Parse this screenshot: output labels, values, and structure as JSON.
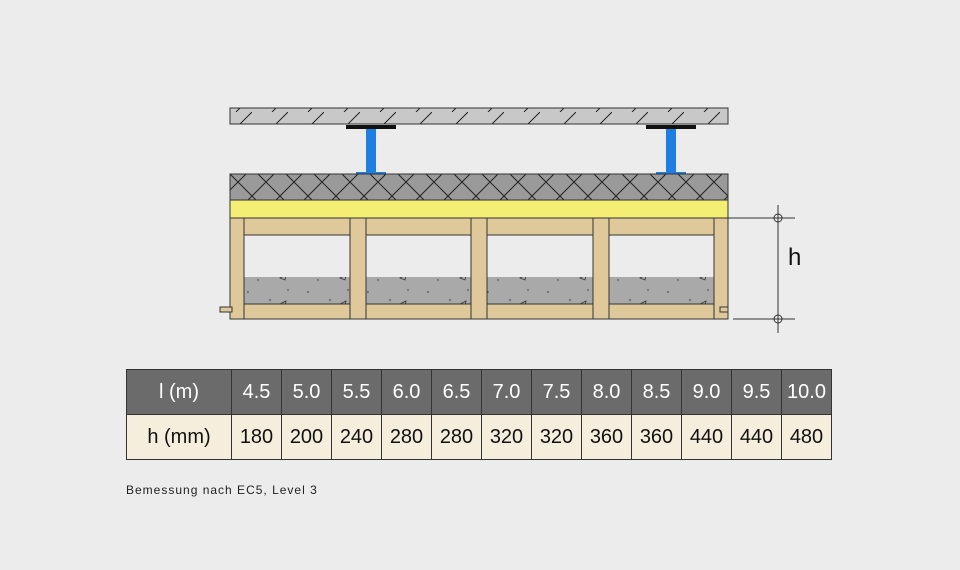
{
  "dimension_label": "h",
  "table": {
    "row_span_header": "l (m)",
    "row_height_header": "h (mm)",
    "spans": [
      "4.5",
      "5.0",
      "5.5",
      "6.0",
      "6.5",
      "7.0",
      "7.5",
      "8.0",
      "8.5",
      "9.0",
      "9.5",
      "10.0"
    ],
    "heights": [
      "180",
      "200",
      "240",
      "280",
      "280",
      "320",
      "320",
      "360",
      "360",
      "440",
      "440",
      "480"
    ]
  },
  "footnote": "Bemessung nach EC5, Level 3",
  "colors": {
    "ceiling_slab": "#c8c8c8",
    "hanger": "#1e7fe0",
    "insulation_layer": "#9a9a9a",
    "yellow_layer": "#f5ee74",
    "timber": "#dfc99b",
    "gravel_fill": "#a9a9a9",
    "table_header_bg": "#6b6b6b",
    "table_body_bg": "#f6eedd"
  }
}
